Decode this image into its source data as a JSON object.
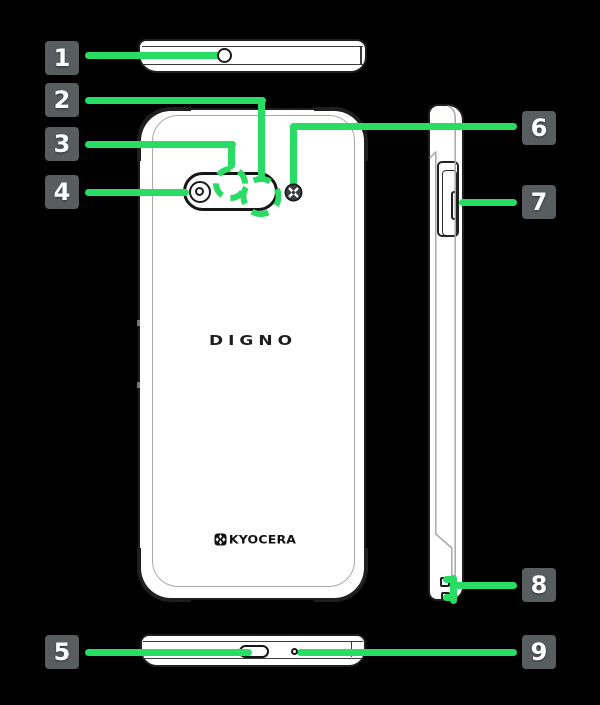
{
  "title": "Phone hardware callout diagram",
  "branding": {
    "back_logo": "DIGNO",
    "maker_logo": "KYOCERA"
  },
  "colors": {
    "background": "#000000",
    "phone_fill": "#ffffff",
    "outline": "#1f1f1f",
    "seam_gray": "#a9a9a9",
    "callout_green": "#28dc64",
    "label_bg": "#585d60",
    "label_text": "#ffffff"
  },
  "views": [
    "top-edge",
    "back",
    "right-side",
    "bottom-edge"
  ],
  "callouts": [
    {
      "number": "1",
      "target": "headset-jack",
      "view": "top-edge"
    },
    {
      "number": "2",
      "target": "dashed-mark-area-large",
      "view": "back"
    },
    {
      "number": "3",
      "target": "dashed-mark-area-small",
      "view": "back"
    },
    {
      "number": "4",
      "target": "camera-lens",
      "view": "back"
    },
    {
      "number": "5",
      "target": "usb-port",
      "view": "bottom-edge"
    },
    {
      "number": "6",
      "target": "mobile-light",
      "view": "back"
    },
    {
      "number": "7",
      "target": "side-key",
      "view": "right-side"
    },
    {
      "number": "8",
      "target": "strap-holes",
      "view": "right-side"
    },
    {
      "number": "9",
      "target": "microphone-hole",
      "view": "bottom-edge"
    }
  ]
}
